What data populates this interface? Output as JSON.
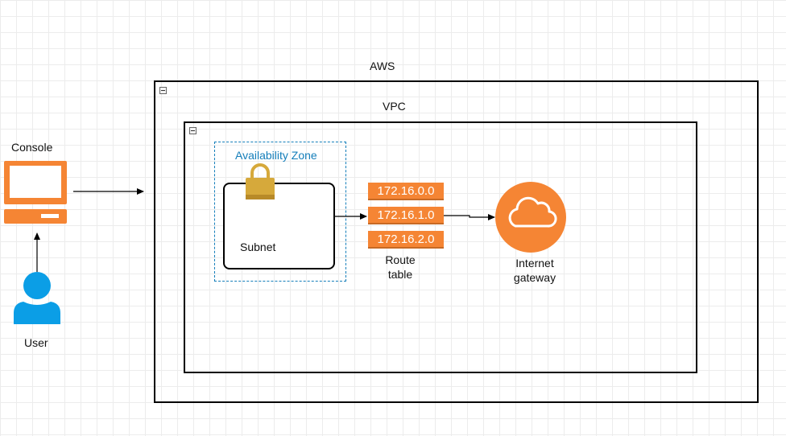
{
  "aws_label": "AWS",
  "vpc_label": "VPC",
  "availability_zone_label": "Availability Zone",
  "subnet_label": "Subnet",
  "route_table": {
    "rows": [
      "172.16.0.0",
      "172.16.1.0",
      "172.16.2.0"
    ],
    "label_line1": "Route",
    "label_line2": "table"
  },
  "internet_gateway": {
    "label_line1": "Internet",
    "label_line2": "gateway"
  },
  "console_label": "Console",
  "user_label": "User",
  "colors": {
    "orange": "#f58534",
    "az_blue": "#147eba",
    "user_blue": "#0b9ee6",
    "lock_gold": "#d6a93b"
  }
}
